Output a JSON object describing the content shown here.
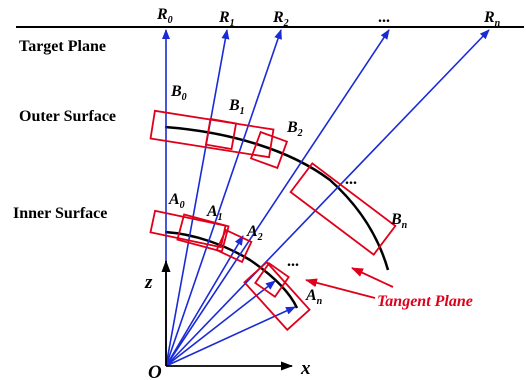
{
  "labels": {
    "target_plane": "Target Plane",
    "outer_surface": "Outer Surface",
    "inner_surface": "Inner Surface",
    "tangent_plane": "Tangent Plane",
    "origin": "O",
    "x_axis": "x",
    "z_axis": "z",
    "ellipsis": "..."
  },
  "rays": [
    {
      "base": "R",
      "sub": "0"
    },
    {
      "base": "R",
      "sub": "1"
    },
    {
      "base": "R",
      "sub": "2"
    },
    {
      "base": "R",
      "sub": "n"
    }
  ],
  "outer_points": [
    {
      "base": "B",
      "sub": "0"
    },
    {
      "base": "B",
      "sub": "1"
    },
    {
      "base": "B",
      "sub": "2"
    },
    {
      "base": "B",
      "sub": "n"
    }
  ],
  "inner_points": [
    {
      "base": "A",
      "sub": "0"
    },
    {
      "base": "A",
      "sub": "1"
    },
    {
      "base": "A",
      "sub": "2"
    },
    {
      "base": "A",
      "sub": "n"
    }
  ],
  "colors": {
    "ray": "#1a2bd6",
    "tangent_plane": "#e0001b",
    "surface": "#000000",
    "axis": "#000000"
  }
}
